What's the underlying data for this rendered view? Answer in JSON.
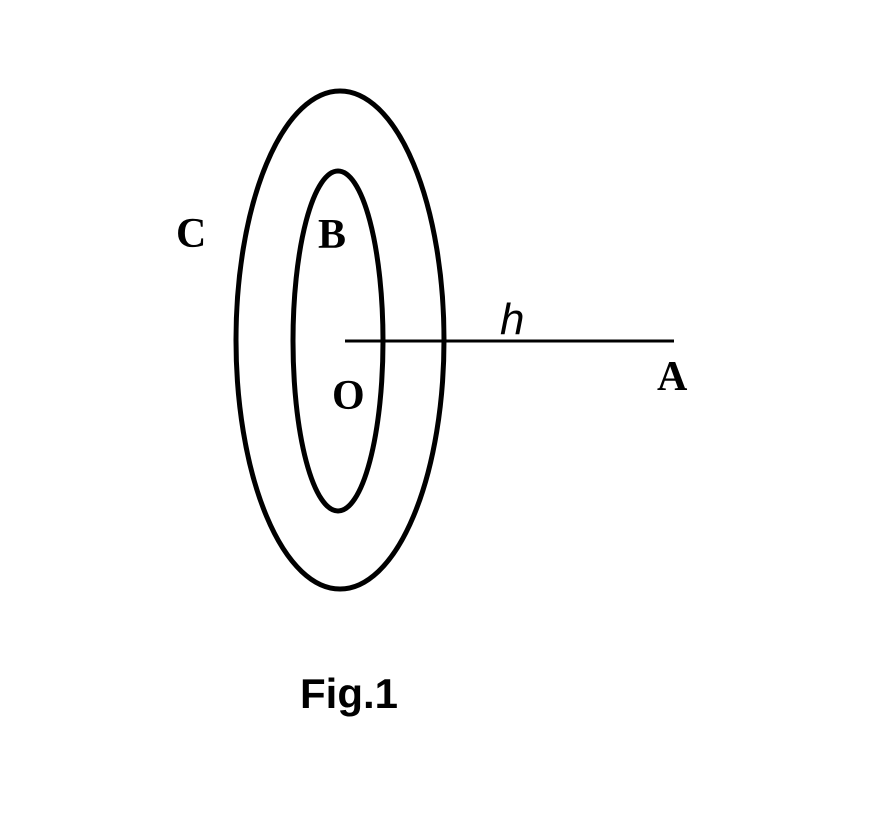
{
  "diagram": {
    "labels": {
      "outer_ring": "C",
      "inner_ring": "B",
      "center": "O",
      "point": "A",
      "distance": "h"
    },
    "caption": "Fig.1",
    "colors": {
      "stroke": "#000000",
      "background": "#ffffff"
    }
  }
}
